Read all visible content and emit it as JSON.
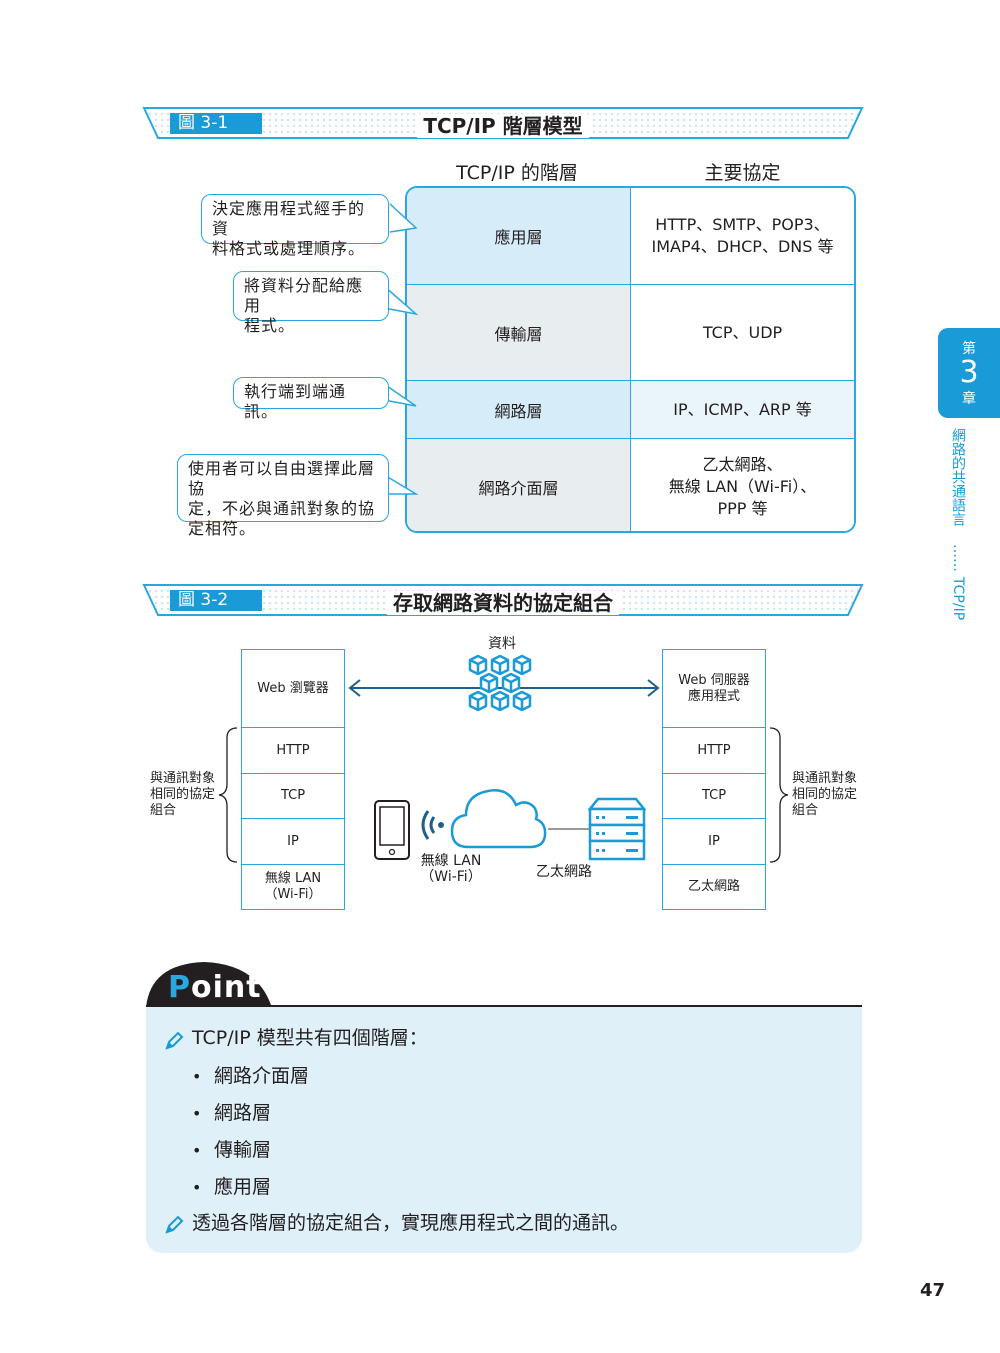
{
  "figure1": {
    "tag": "圖 3-1",
    "title": "TCP/IP 階層模型",
    "col_layer": "TCP/IP 的階層",
    "col_protocol": "主要協定",
    "rows": [
      {
        "layer": "應用層",
        "protocols_line1": "HTTP、SMTP、POP3、",
        "protocols_line2": "IMAP4、DHCP、DNS 等",
        "protocols_line3": ""
      },
      {
        "layer": "傳輸層",
        "protocols_line1": "TCP、UDP",
        "protocols_line2": "",
        "protocols_line3": ""
      },
      {
        "layer": "網路層",
        "protocols_line1": "IP、ICMP、ARP 等",
        "protocols_line2": "",
        "protocols_line3": ""
      },
      {
        "layer": "網路介面層",
        "protocols_line1": "乙太網路、",
        "protocols_line2": "無線 LAN（Wi-Fi）、",
        "protocols_line3": "PPP 等"
      }
    ],
    "callouts": [
      {
        "line1": "決定應用程式經手的資",
        "line2": "料格式或處理順序。",
        "line3": ""
      },
      {
        "line1": "將資料分配給應用",
        "line2": "程式。",
        "line3": ""
      },
      {
        "line1": "執行端到端通訊。",
        "line2": "",
        "line3": ""
      },
      {
        "line1": "使用者可以自由選擇此層協",
        "line2": "定，不必與通訊對象的協",
        "line3": "定相符。"
      }
    ]
  },
  "figure2": {
    "tag": "圖 3-2",
    "title": "存取網路資料的協定組合",
    "data_label": "資料",
    "left_stack": {
      "app_line1": "Web 瀏覽器",
      "app_line2": "",
      "http": "HTTP",
      "tcp": "TCP",
      "ip": "IP",
      "link_line1": "無線 LAN",
      "link_line2": "（Wi-Fi）"
    },
    "right_stack": {
      "app_line1": "Web 伺服器",
      "app_line2": "應用程式",
      "http": "HTTP",
      "tcp": "TCP",
      "ip": "IP",
      "link_line1": "乙太網路",
      "link_line2": ""
    },
    "brace_left": {
      "line1": "與通訊對象",
      "line2": "相同的協定",
      "line3": "組合"
    },
    "brace_right": {
      "line1": "與通訊對象",
      "line2": "相同的協定",
      "line3": "組合"
    },
    "wireless_line1": "無線 LAN",
    "wireless_line2": "（Wi-Fi）",
    "ethernet": "乙太網路",
    "icons": [
      "smartphone-icon",
      "wifi-signal-icon",
      "cloud-icon",
      "server-icon",
      "data-cubes-icon"
    ]
  },
  "point": {
    "logo_p": "P",
    "logo_rest": "oint",
    "item1": "TCP/IP 模型共有四個階層：",
    "bullet": "•",
    "subitems": [
      "網路介面層",
      "網路層",
      "傳輸層",
      "應用層"
    ],
    "item2": "透過各階層的協定組合，實現應用程式之間的通訊。"
  },
  "side": {
    "chapter_prefix": "第",
    "chapter_num": "3",
    "chapter_suffix": "章",
    "title": "網路的共通語言",
    "dots": "……",
    "subtitle": "TCP/IP"
  },
  "page_number": "47",
  "colors": {
    "accent": "#1a9ad6",
    "border": "#29a8df",
    "light_blue": "#d6ecf8",
    "light_gray": "#e8edf0",
    "point_bg": "#dff0f9"
  }
}
